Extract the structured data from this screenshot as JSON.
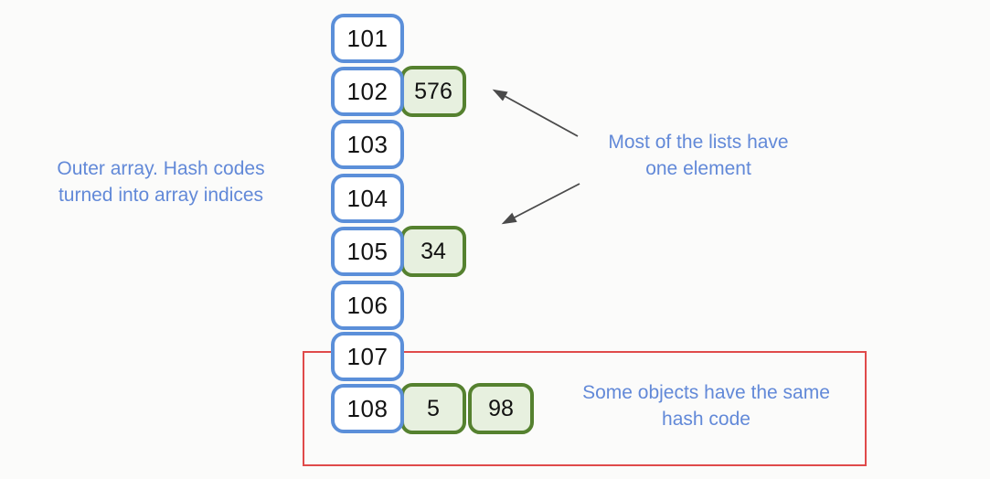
{
  "diagram": {
    "title": "HashMap bucket array diagram",
    "colors": {
      "background": "#fbfbfa",
      "bucket_border": "#5b8fd9",
      "bucket_fill": "#ffffff",
      "cell_border": "#55812f",
      "cell_fill": "#e7f0df",
      "note_text": "#6289d8",
      "highlight_border": "#e04a4a",
      "arrow": "#4a4a4a",
      "value_text": "#121212"
    },
    "buckets": [
      {
        "index": "101",
        "values": []
      },
      {
        "index": "102",
        "values": [
          "576"
        ]
      },
      {
        "index": "103",
        "values": []
      },
      {
        "index": "104",
        "values": []
      },
      {
        "index": "105",
        "values": [
          "34"
        ]
      },
      {
        "index": "106",
        "values": []
      },
      {
        "index": "107",
        "values": []
      },
      {
        "index": "108",
        "values": [
          "5",
          "98"
        ]
      }
    ],
    "annotations": {
      "outer_array": "Outer array. Hash codes\nturned into array indices",
      "most_lists": "Most of the lists have\none element",
      "same_hash": "Some objects have the same\nhash code"
    }
  }
}
